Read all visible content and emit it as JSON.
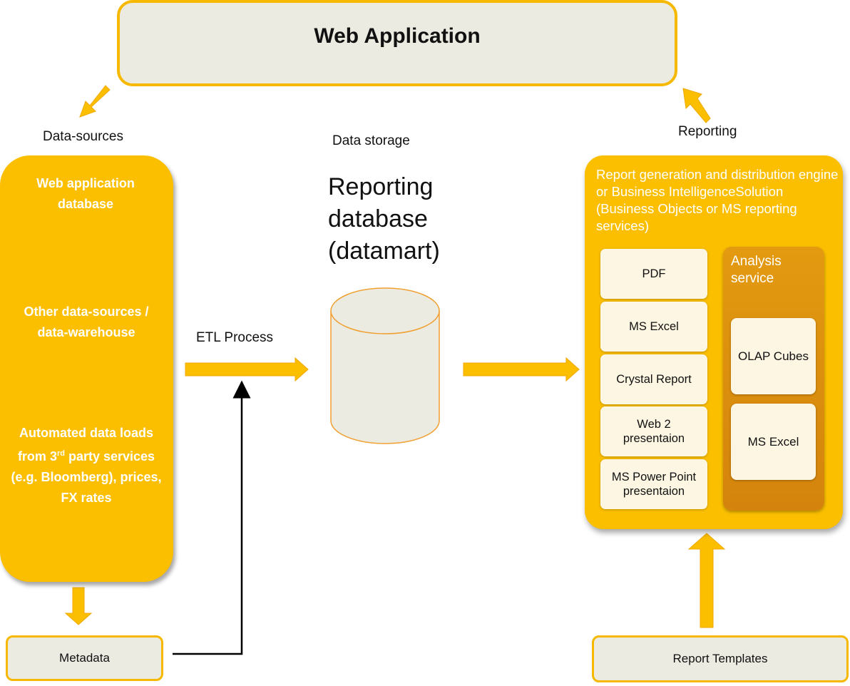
{
  "web_app": {
    "title": "Web Application"
  },
  "labels": {
    "data_sources": "Data-sources",
    "data_storage": "Data storage",
    "reporting": "Reporting",
    "etl": "ETL Process"
  },
  "left_panel": {
    "web_db": "Web application database",
    "other_sources": "Other data-sources / data-warehouse",
    "automated_prefix": "Automated data loads from 3",
    "automated_sup": "rd",
    "automated_suffix": " party services (e.g. Bloomberg), prices, FX rates"
  },
  "storage": {
    "title_line1": "Reporting",
    "title_line2": "database",
    "title_line3": "(datamart)"
  },
  "right_panel": {
    "title": "Report generation and distribution engine or Business IntelligenceSolution (Business Objects or MS reporting services)",
    "formats": [
      "PDF",
      "MS Excel",
      "Crystal Report",
      "Web 2 presentaion",
      "MS Power Point presentaion"
    ],
    "analysis": {
      "title": "Analysis service",
      "items": [
        "OLAP Cubes",
        "MS Excel"
      ]
    }
  },
  "metadata": {
    "label": "Metadata"
  },
  "templates": {
    "label": "Report Templates"
  },
  "colors": {
    "accent": "#fbbf00",
    "box_fill": "#ecebe1",
    "analysis": "#dd900e",
    "cylinder": "#ddd9c3"
  }
}
